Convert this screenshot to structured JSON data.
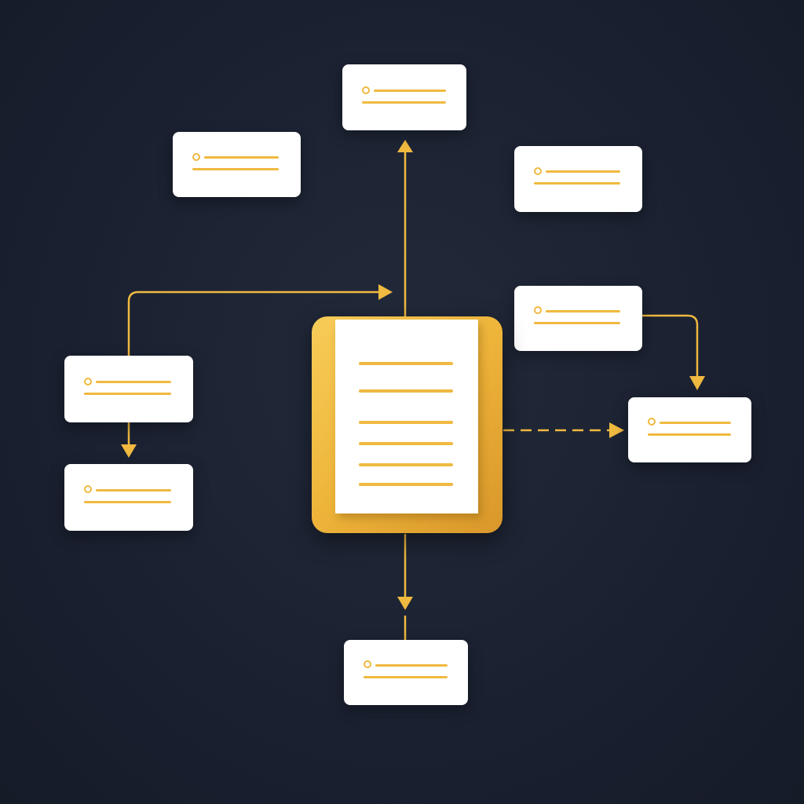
{
  "diagram": {
    "type": "flow-diagram",
    "center": {
      "kind": "document",
      "content_lines": 6
    },
    "colors": {
      "background": "#1b2130",
      "accent": "#f0b940",
      "node_fill": "#ffffff"
    },
    "nodes": [
      {
        "id": "top",
        "content": "placeholder-lines"
      },
      {
        "id": "top-left",
        "content": "placeholder-lines"
      },
      {
        "id": "top-right",
        "content": "placeholder-lines"
      },
      {
        "id": "mid-left",
        "content": "placeholder-lines"
      },
      {
        "id": "left-bottom",
        "content": "placeholder-lines"
      },
      {
        "id": "right-upper",
        "content": "placeholder-lines"
      },
      {
        "id": "right",
        "content": "placeholder-lines"
      },
      {
        "id": "bottom",
        "content": "placeholder-lines"
      }
    ],
    "edges": [
      {
        "from": "document",
        "to": "top",
        "style": "solid"
      },
      {
        "from": "mid-left",
        "to": "document",
        "style": "solid"
      },
      {
        "from": "mid-left",
        "to": "left-bottom",
        "style": "solid"
      },
      {
        "from": "right-upper",
        "to": "right",
        "style": "solid"
      },
      {
        "from": "document",
        "to": "right",
        "style": "dashed"
      },
      {
        "from": "document",
        "to": "bottom",
        "style": "solid"
      }
    ]
  }
}
